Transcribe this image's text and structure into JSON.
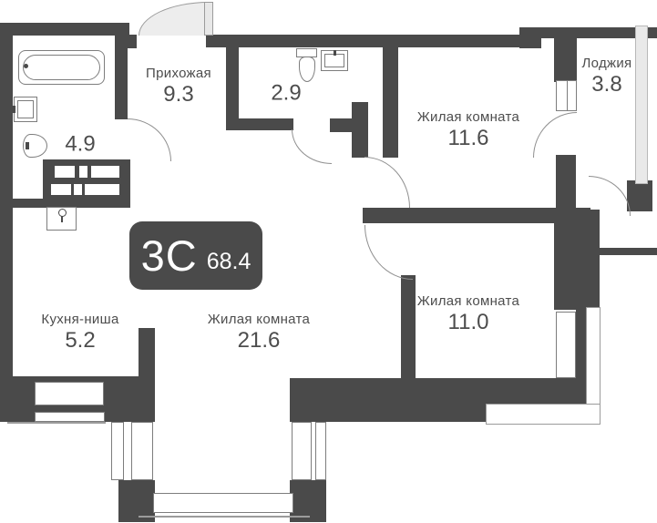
{
  "badge": {
    "type": "3С",
    "area": "68.4"
  },
  "rooms": {
    "hallway": {
      "name": "Прихожая",
      "area": "9.3"
    },
    "bathroom": {
      "area": "4.9"
    },
    "wc": {
      "area": "2.9"
    },
    "bedroom_top": {
      "name": "Жилая комната",
      "area": "11.6"
    },
    "loggia": {
      "name": "Лоджия",
      "area": "3.8"
    },
    "bedroom_right": {
      "name": "Жилая комната",
      "area": "11.0"
    },
    "kitchen": {
      "name": "Кухня-ниша",
      "area": "5.2"
    },
    "living": {
      "name": "Жилая комната",
      "area": "21.6"
    }
  },
  "fixtures": {
    "bathtub-icon": "outlined rounded rectangle",
    "bath-sink-icon": "outlined rectangle with tap",
    "towel-rail-icon": "small dark wall glyph",
    "bath-toilet-icon": "bowl with tank, facing right",
    "washing-machine-icon": "square with round glyph",
    "wc-toilet-icon": "wall-hung bowl with tank",
    "wc-sink-icon": "outlined square basin",
    "vent-shaft": "dark block with white niches",
    "entrance-door-icon": "grey quarter-circle door leaf",
    "door-arc-icon": "thin quarter-circle swing line",
    "window-icon": "double-line glazing strip",
    "loggia-glazing-icon": "light grey band"
  },
  "colors": {
    "wall": "#4a4a4a",
    "swing_line": "#8f8f8f",
    "door_fill": "#ededed",
    "glazing": "#e9e9e9",
    "text": "#4d4d4d",
    "badge_bg": "#4a4a4a",
    "badge_text": "#ffffff"
  }
}
